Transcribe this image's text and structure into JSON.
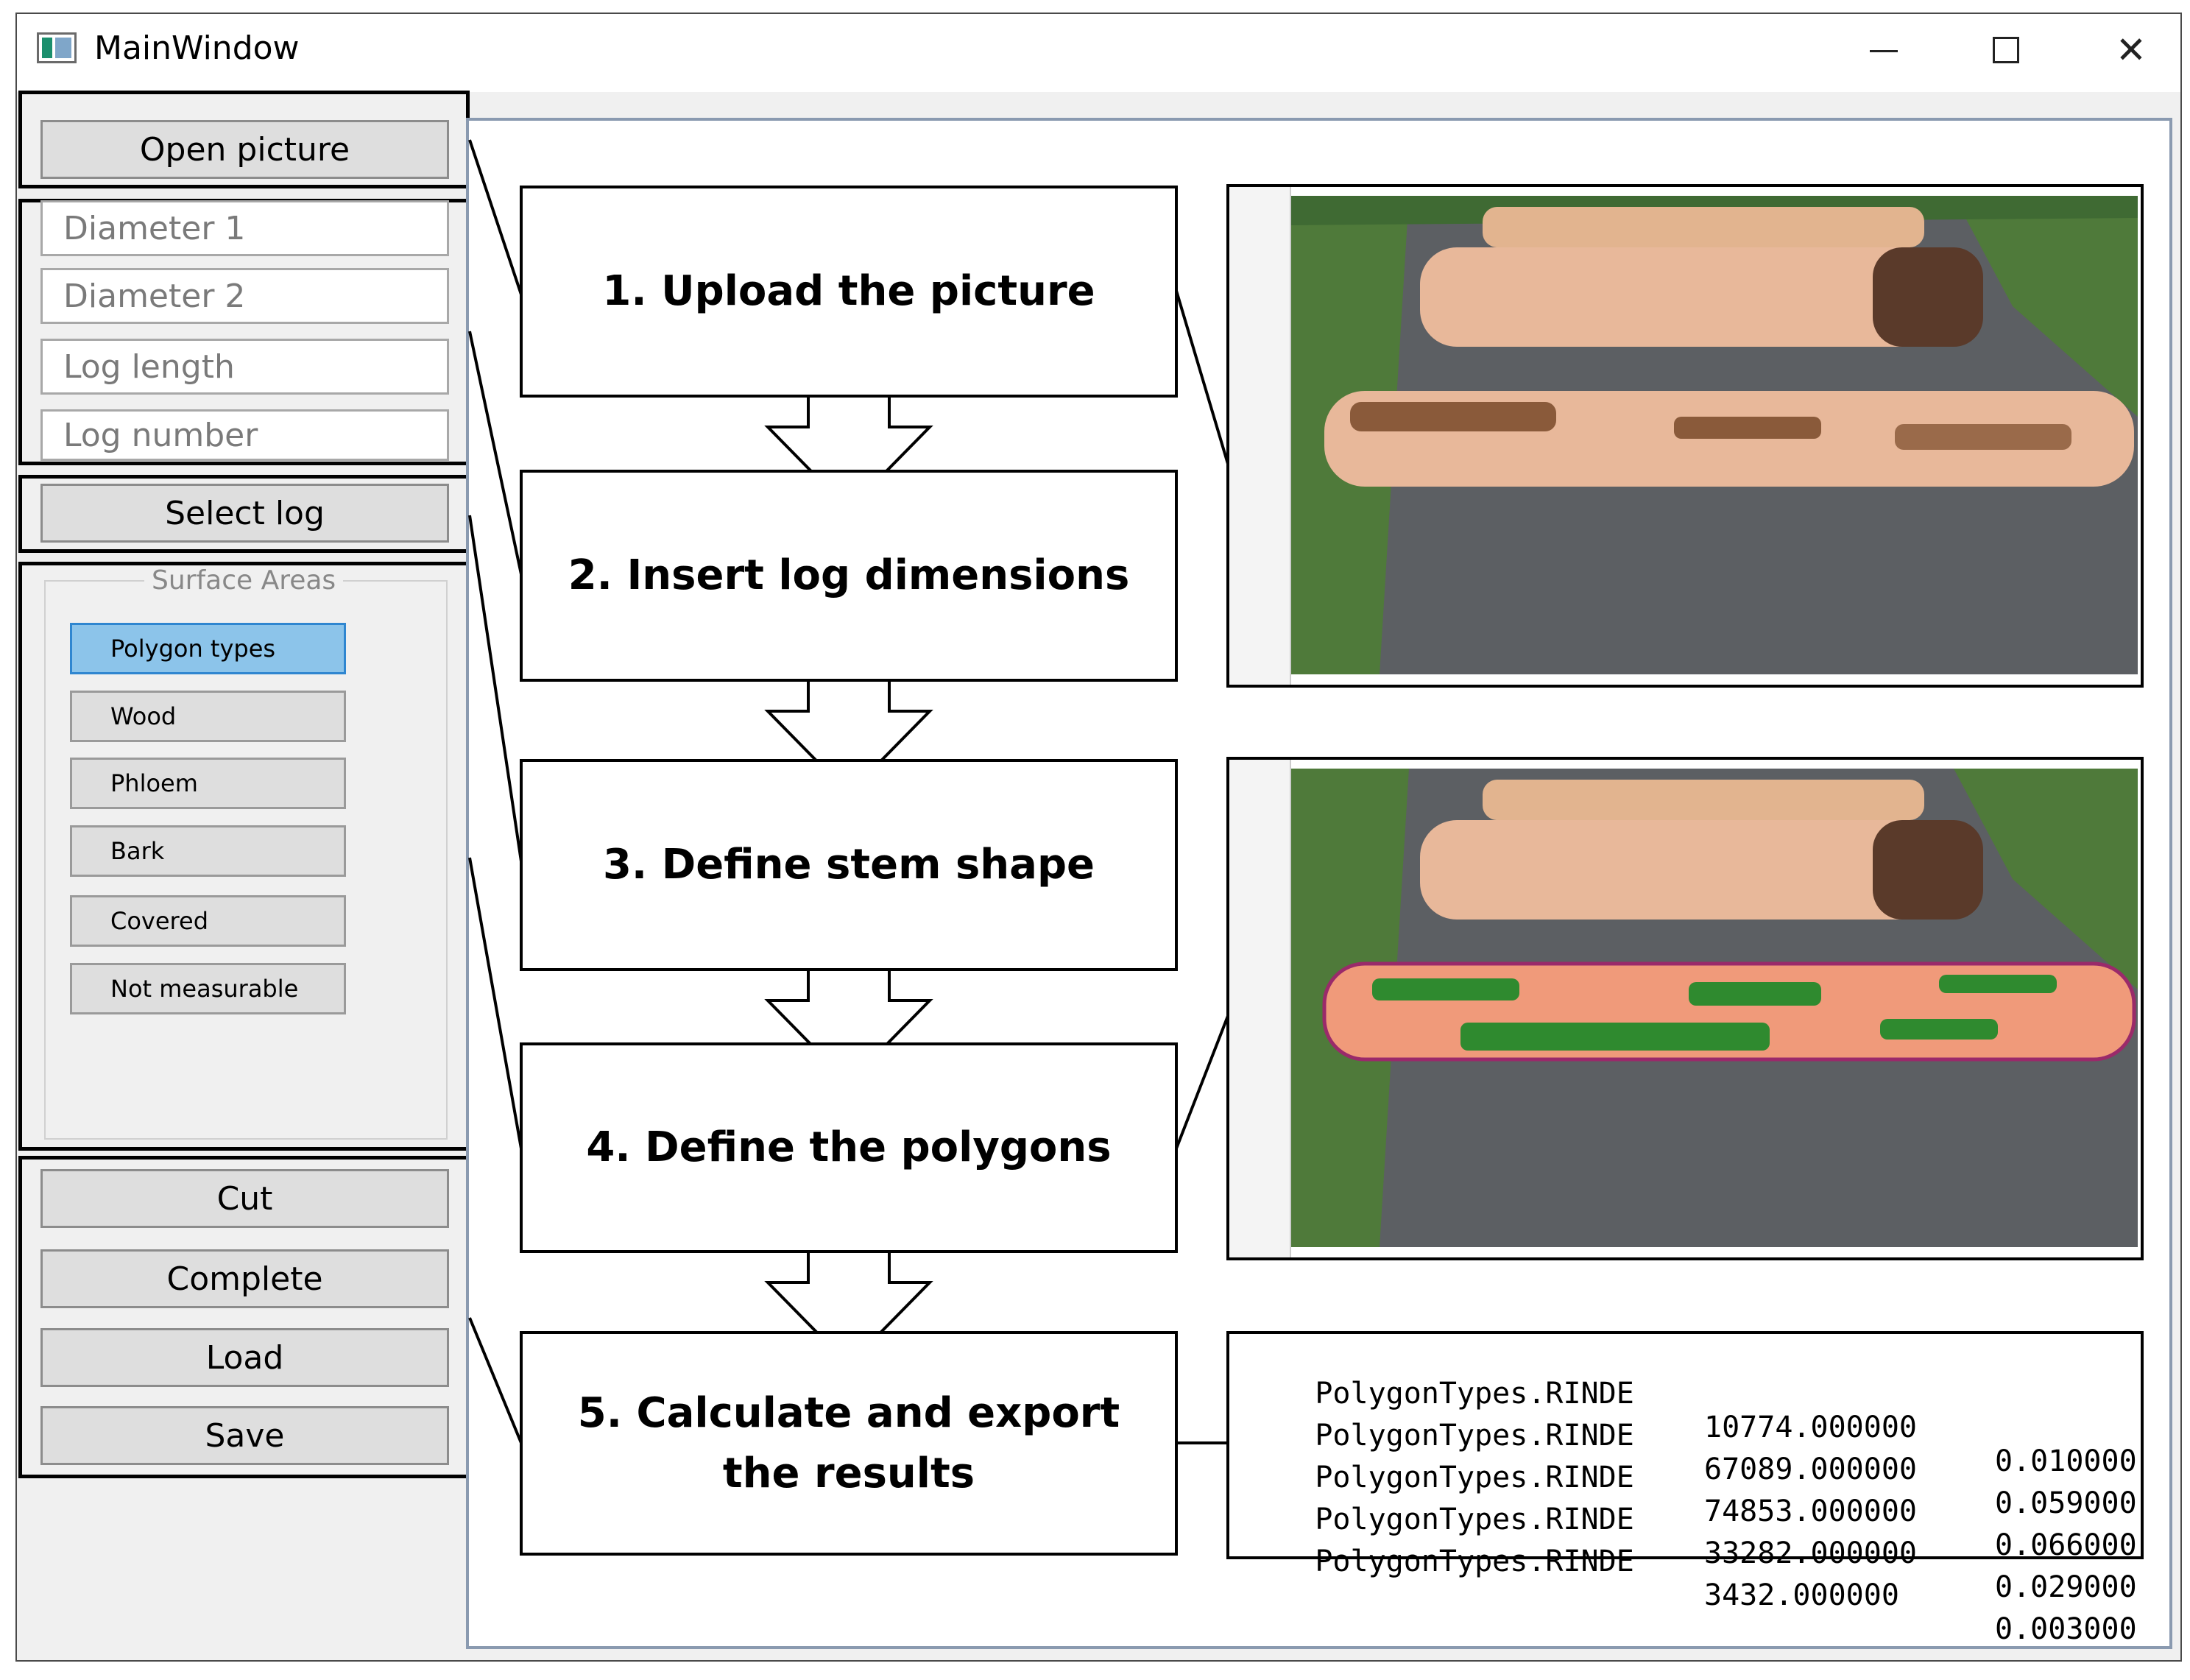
{
  "window": {
    "title": "MainWindow",
    "icon": "app-window-icon"
  },
  "controls": {
    "minimize": "minimize-icon",
    "maximize": "maximize-icon",
    "close": "close-icon",
    "close_glyph": "✕"
  },
  "panel": {
    "open_picture": "Open picture",
    "inputs": [
      {
        "placeholder": "Diameter 1"
      },
      {
        "placeholder": "Diameter 2"
      },
      {
        "placeholder": "Log length"
      },
      {
        "placeholder": "Log number"
      }
    ],
    "select_log": "Select log",
    "surface_areas": {
      "title": "Surface Areas",
      "buttons": [
        "Polygon types",
        "Wood",
        "Phloem",
        "Bark",
        "Covered",
        "Not measurable"
      ],
      "active": "Polygon types"
    },
    "actions": [
      "Cut",
      "Complete",
      "Load",
      "Save"
    ]
  },
  "steps": [
    "1. Upload the picture",
    "2. Insert log dimensions",
    "3. Define stem shape",
    "4. Define the polygons",
    "5. Calculate and export the results"
  ],
  "results": [
    {
      "type": "PolygonTypes.RINDE",
      "area": "10774.000000",
      "value": "0.010000"
    },
    {
      "type": "PolygonTypes.RINDE",
      "area": "67089.000000",
      "value": "0.059000"
    },
    {
      "type": "PolygonTypes.RINDE",
      "area": "74853.000000",
      "value": "0.066000"
    },
    {
      "type": "PolygonTypes.RINDE",
      "area": "33282.000000",
      "value": "0.029000"
    },
    {
      "type": "PolygonTypes.RINDE",
      "area": "3432.000000",
      "value": "0.003000"
    }
  ],
  "colors": {
    "active_button": "#8cc4ea",
    "wood": "#e8b89a",
    "bark": "#5a3a2a",
    "grass": "#4f7a3a",
    "gravel": "#5c5f63",
    "polygon_green": "#2f8a2f",
    "stem_overlay": "#f09a7a"
  }
}
